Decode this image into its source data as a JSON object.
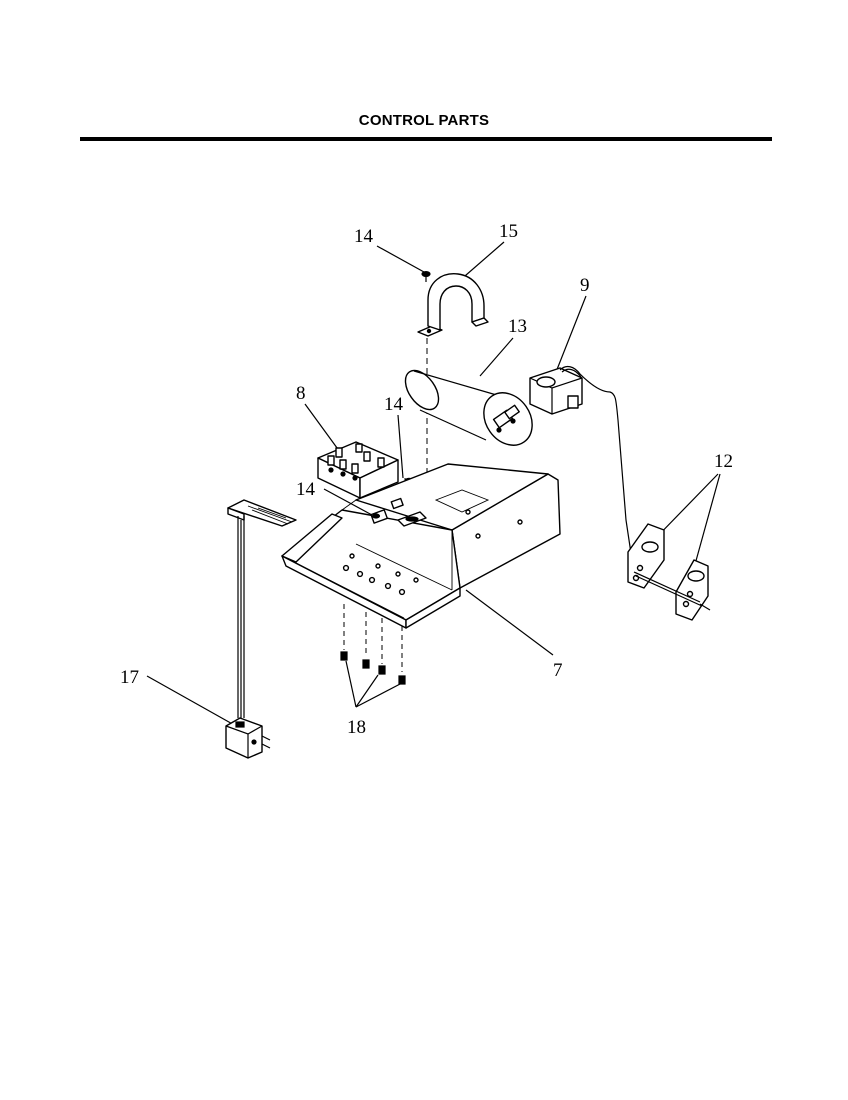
{
  "title": "CONTROL PARTS",
  "callouts": {
    "c14a": "14",
    "c15": "15",
    "c9": "9",
    "c13": "13",
    "c8": "8",
    "c14b": "14",
    "c14c": "14",
    "c12": "12",
    "c17": "17",
    "c7": "7",
    "c18": "18"
  }
}
